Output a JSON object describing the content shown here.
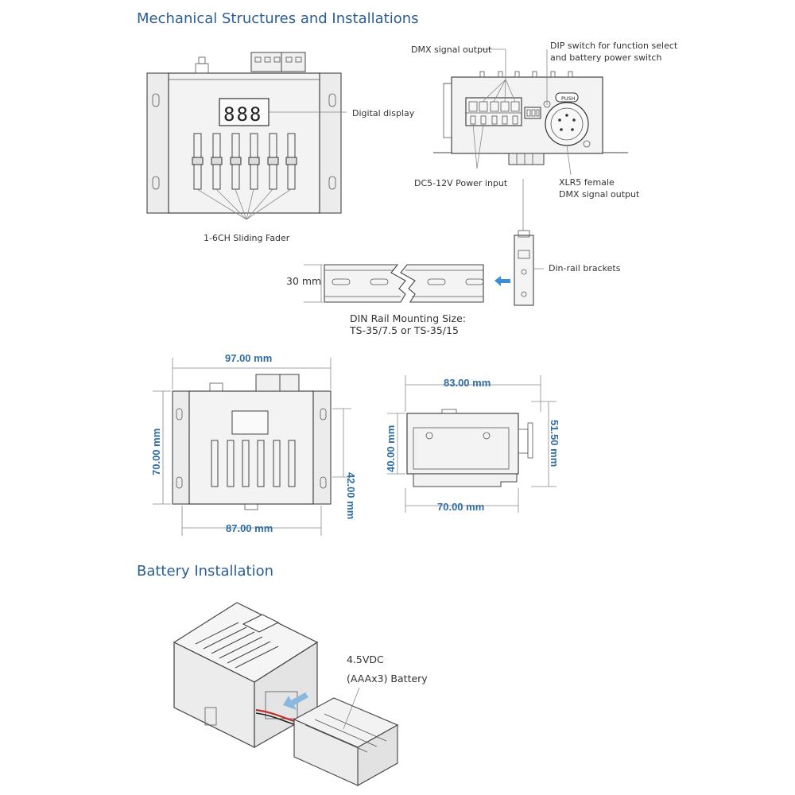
{
  "headings": {
    "mechanical": "Mechanical Structures and Installations",
    "battery": "Battery Installation"
  },
  "callouts": {
    "digital_display": "Digital display",
    "sliding_fader": "1-6CH Sliding Fader",
    "dmx_signal_output": "DMX signal output",
    "dip_switch_line1": "DIP switch for function select",
    "dip_switch_line2": "and battery power switch",
    "power_input": "DC5-12V Power input",
    "xlr_line1": "XLR5 female",
    "xlr_line2": "DMX signal output",
    "push": "PUSH",
    "din_brackets": "Din-rail brackets",
    "rail_height": "30 mm",
    "din_size_line1": "DIN Rail Mounting Size:",
    "din_size_line2": "TS-35/7.5 or TS-35/15",
    "battery_line1": "4.5VDC",
    "battery_line2": "(AAAx3) Battery"
  },
  "dimensions": {
    "top_width": "97.00 mm",
    "bottom_width": "87.00 mm",
    "left_height": "70.00 mm",
    "right_height": "42.00 mm",
    "side_top_width": "83.00 mm",
    "side_bottom_width": "70.00 mm",
    "side_left_height": "40.00 mm",
    "side_right_height": "51.50 mm"
  },
  "colors": {
    "heading": "#2b5f93",
    "dimension": "#2f6ea3",
    "arrow": "#3a8fd8"
  }
}
